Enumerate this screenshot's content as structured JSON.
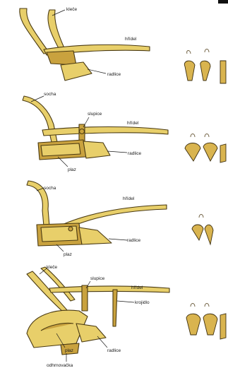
{
  "labels": {
    "p1_klece": "kleče",
    "p1_hridel": "hřídel",
    "p1_radlice": "radlice",
    "p2_socha": "socha",
    "p2_slupice": "slupice",
    "p2_hridel": "hřídel",
    "p2_radlice": "radlice",
    "p2_plaz": "plaz",
    "p3_socha": "socha",
    "p3_hridel": "hřídel",
    "p3_radlice": "radlice",
    "p3_plaz": "plaz",
    "p4_klece": "kleče",
    "p4_slupice": "slupice",
    "p4_hridel": "hřídel",
    "p4_krojidlo": "krojidlo",
    "p4_plaz": "plaz",
    "p4_radlice": "radlice",
    "p4_odhrnovacka": "odhrnovačka"
  },
  "colors": {
    "wood": "#e8cf6a",
    "wood_dark": "#c9a23e",
    "outline": "#4a3a12",
    "text": "#1a1a1a"
  }
}
